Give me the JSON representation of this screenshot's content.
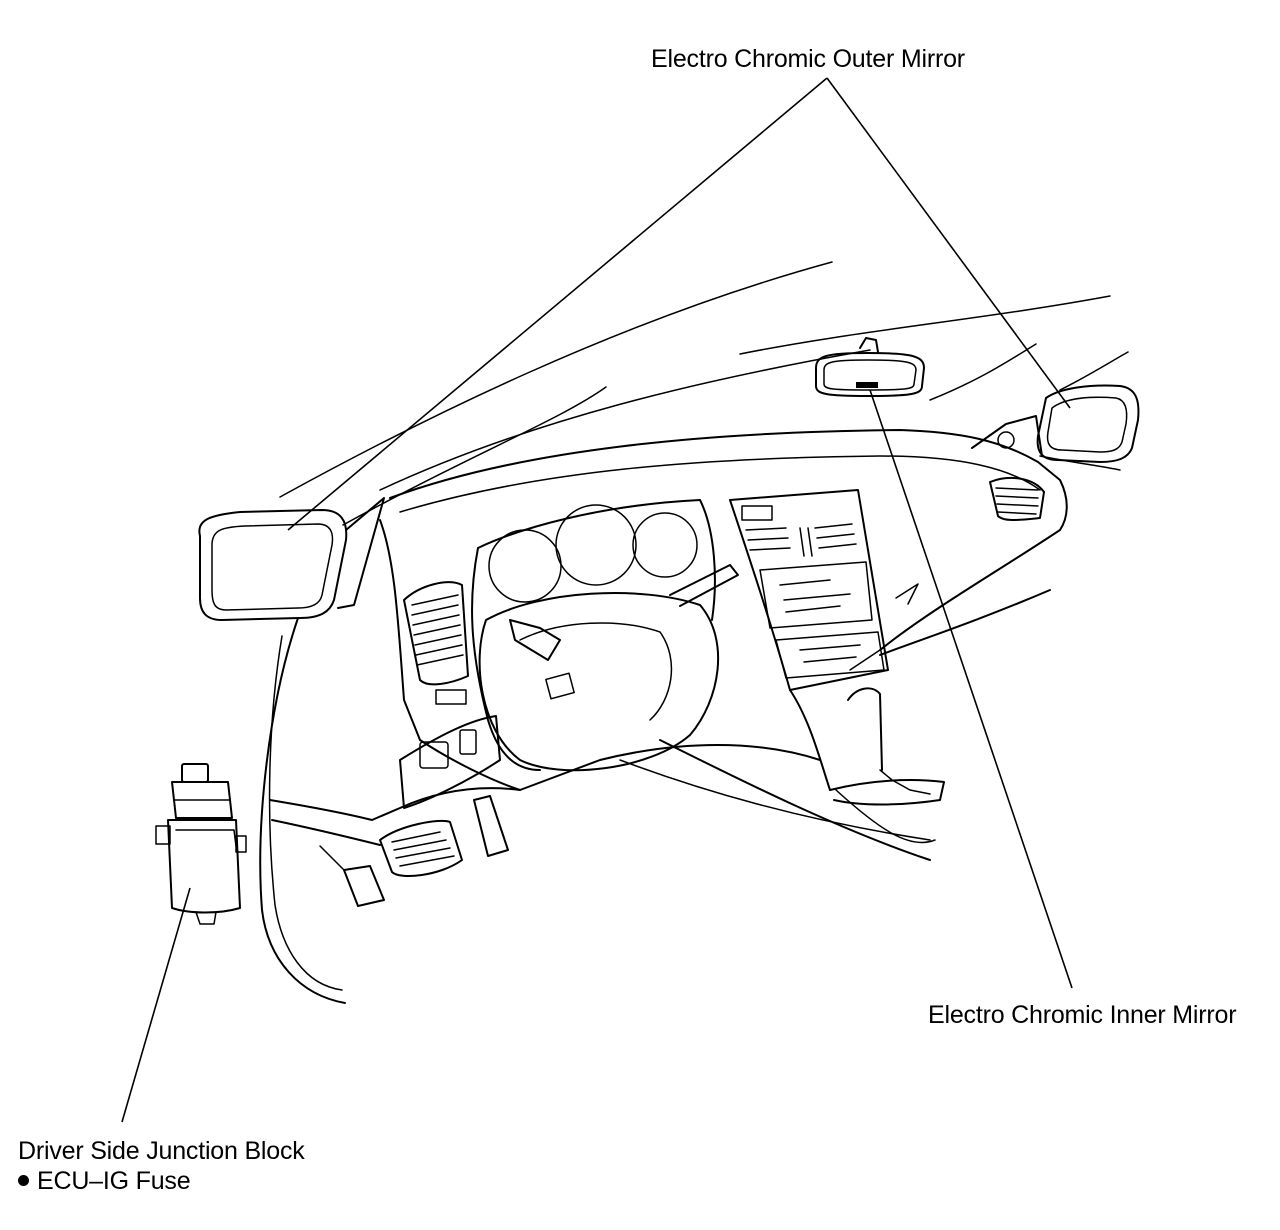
{
  "labels": {
    "outer_mirror": "Electro Chromic Outer Mirror",
    "inner_mirror": "Electro Chromic Inner Mirror",
    "junction_block": "Driver Side Junction Block",
    "fuse": "ECU–IG Fuse"
  },
  "bullet_icon": "filled-circle-bullet"
}
